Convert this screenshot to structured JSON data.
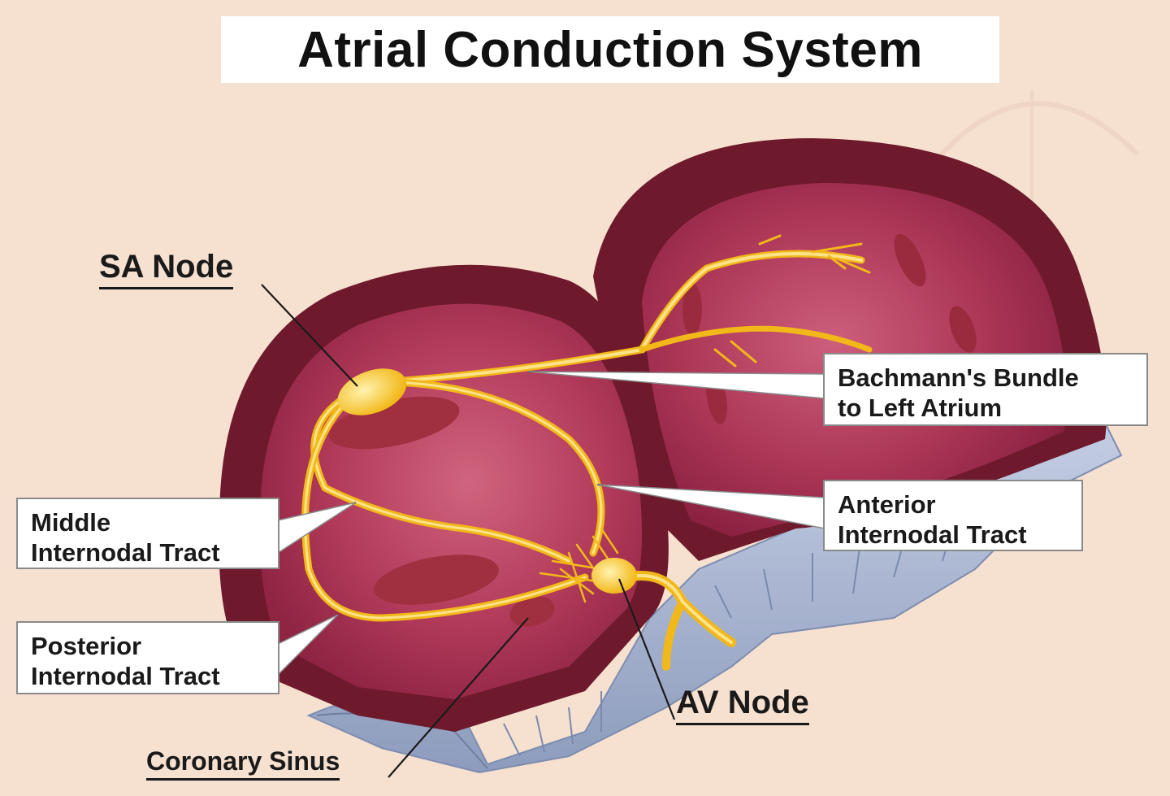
{
  "title": "Atrial Conduction System",
  "labels": {
    "sa_node": "SA Node",
    "bachmann_line1": "Bachmann's Bundle",
    "bachmann_line2": "to Left Atrium",
    "middle_line1": "Middle",
    "middle_line2": "Internodal Tract",
    "anterior_line1": "Anterior",
    "anterior_line2": "Internodal Tract",
    "posterior_line1": "Posterior",
    "posterior_line2": "Internodal Tract",
    "av_node": "AV Node",
    "coronary_sinus": "Coronary Sinus"
  },
  "colors": {
    "background": "#f6e0cf",
    "atrium_wall": "#6e1a2c",
    "atrium_inner": "#b5375a",
    "conduction_pathway": "#f7c531",
    "valve_tissue": "#aab8d4"
  }
}
